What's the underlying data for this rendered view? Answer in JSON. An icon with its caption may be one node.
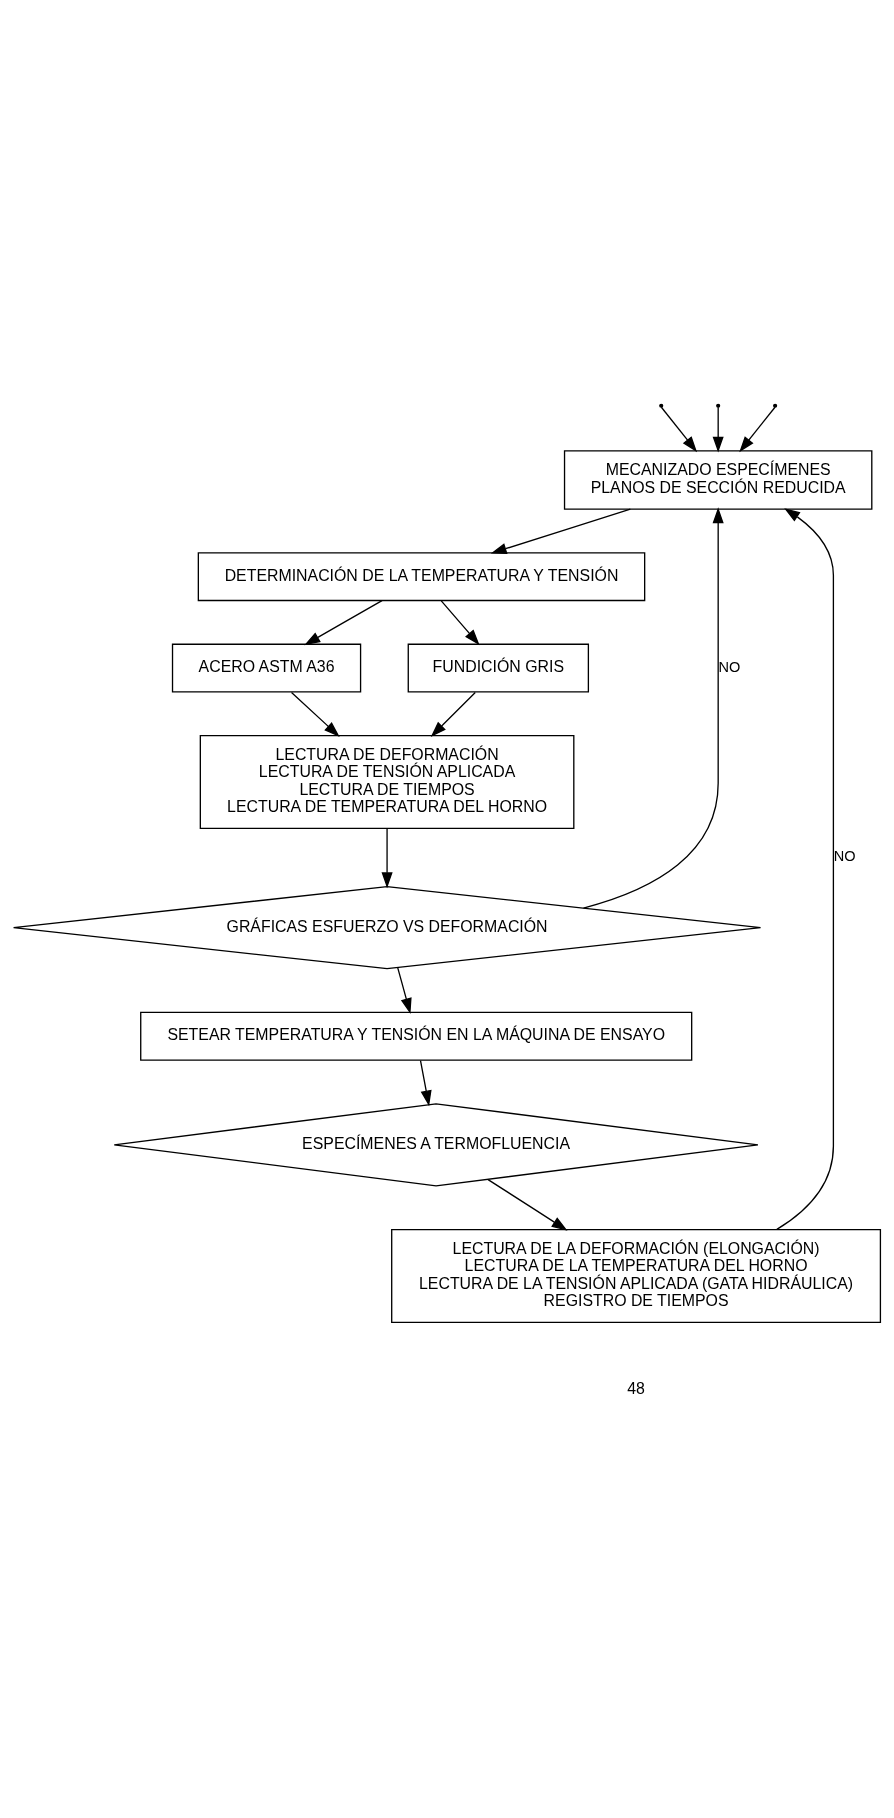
{
  "diagram": {
    "nodes": [
      {
        "text": [
          "MECANIZADO ESPECÍMENES",
          "PLANOS DE SECCIÓN REDUCIDA"
        ]
      },
      {
        "text": [
          "DETERMINACIÓN DE LA TEMPERATURA Y TENSIÓN"
        ]
      },
      {
        "text": [
          "ACERO ASTM A36"
        ]
      },
      {
        "text": [
          "FUNDICIÓN GRIS"
        ]
      },
      {
        "text": [
          "LECTURA DE DEFORMACIÓN",
          "LECTURA DE TENSIÓN APLICADA",
          "LECTURA DE TIEMPOS",
          "LECTURA DE TEMPERATURA DEL HORNO"
        ]
      },
      {
        "text": [
          "GRÁFICAS ESFUERZO VS DEFORMACIÓN"
        ]
      },
      {
        "text": [
          "SETEAR TEMPERATURA Y TENSIÓN EN LA MÁQUINA DE ENSAYO"
        ]
      },
      {
        "text": [
          "ESPECÍMENES A TERMOFLUENCIA"
        ]
      },
      {
        "text": [
          "LECTURA DE LA DEFORMACIÓN (ELONGACIÓN)",
          "LECTURA DE LA TEMPERATURA DEL HORNO",
          "LECTURA DE LA TENSIÓN APLICADA (GATA HIDRÁULICA)",
          "REGISTRO DE TIEMPOS"
        ]
      }
    ],
    "edges": [
      {
        "from": null,
        "to": 0,
        "arrow": "to"
      },
      {
        "from": null,
        "to": 0,
        "arrow": "to"
      },
      {
        "from": null,
        "to": 0,
        "arrow": "to"
      },
      {
        "from": 0,
        "to": 1,
        "arrow": "to"
      },
      {
        "from": 1,
        "to": 2,
        "arrow": "to"
      },
      {
        "from": 1,
        "to": 3,
        "arrow": "to"
      },
      {
        "from": 2,
        "to": 4,
        "arrow": "to"
      },
      {
        "from": 3,
        "to": 4,
        "arrow": "to"
      },
      {
        "from": 4,
        "to": 5,
        "arrow": "to"
      },
      {
        "from": 5,
        "to": 0,
        "arrow": "to",
        "label": "NO"
      },
      {
        "from": 5,
        "to": 6,
        "arrow": "to"
      },
      {
        "from": 6,
        "to": 7,
        "arrow": "to"
      },
      {
        "from": 7,
        "to": 8,
        "arrow": "to"
      },
      {
        "from": 8,
        "to": 0,
        "arrow": "to",
        "label": "NO"
      }
    ],
    "labels": [
      "48"
    ]
  }
}
